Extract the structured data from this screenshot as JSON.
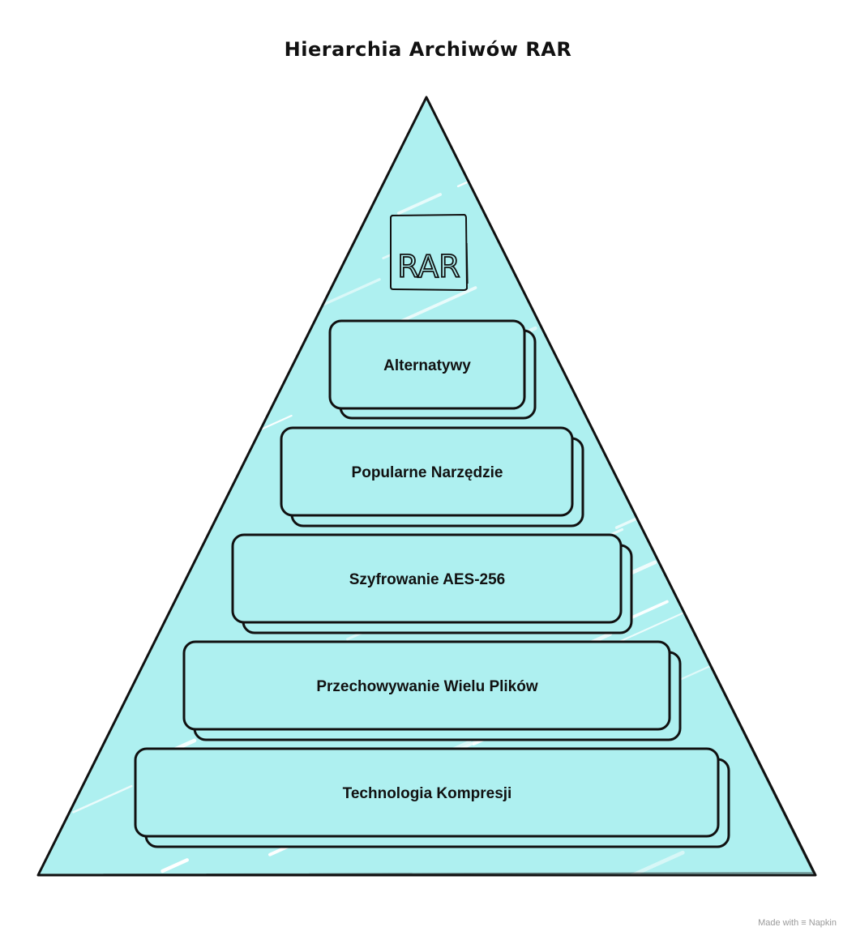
{
  "title": "Hierarchia Archiwów RAR",
  "icon": {
    "name": "rar-archive-icon",
    "label": "RAR"
  },
  "tiers": [
    {
      "label": "Alternatywy"
    },
    {
      "label": "Popularne Narzędzie"
    },
    {
      "label": "Szyfrowanie AES-256"
    },
    {
      "label": "Przechowywanie Wielu Plików"
    },
    {
      "label": "Technologia Kompresji"
    }
  ],
  "footer": {
    "made_with": "Made with",
    "brand": "Napkin"
  },
  "colors": {
    "fill": "#aef0f0",
    "stroke": "#111111",
    "hatch": "#ffffff"
  }
}
